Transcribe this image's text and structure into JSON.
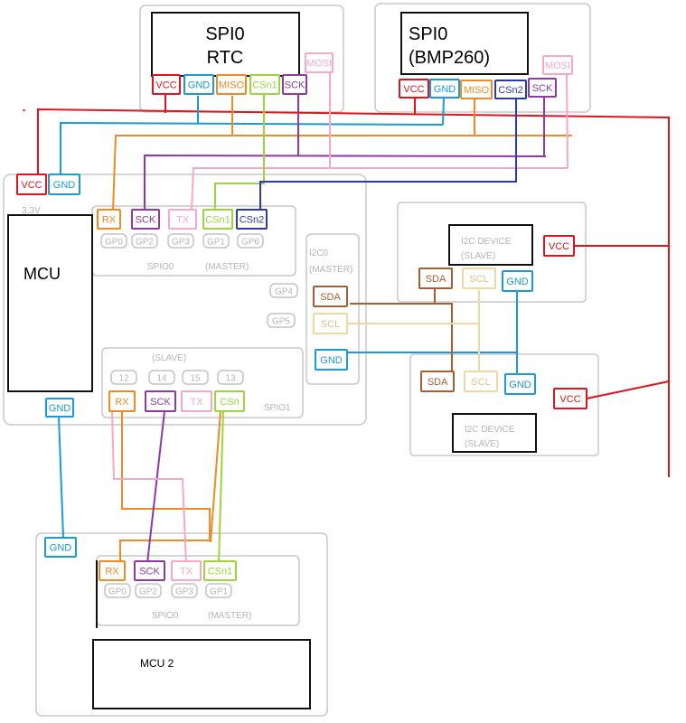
{
  "title": "",
  "colors": {
    "panel_border": "#c8c8c8",
    "vcc": "#e0141e",
    "gnd": "#1b9ad6",
    "miso": "#f08a24",
    "mosi": "#f7a8c8",
    "sck": "#8e3aa3",
    "csn1": "#9cd63c",
    "csn2": "#2b3aa8",
    "sda": "#a85e35",
    "scl": "#ecd9a4",
    "muted": "#b7b7b7"
  },
  "rtc": {
    "title_line1": "SPI0",
    "title_line2": "RTC",
    "pins": [
      "VCC",
      "GND",
      "MISO",
      "CSn1",
      "SCK",
      "MOSI"
    ]
  },
  "bmp": {
    "title_line1": "SPI0",
    "title_line2": "(BMP260)",
    "pins": [
      "VCC",
      "GND",
      "MISO",
      "CSn2",
      "SCK",
      "MOSI"
    ]
  },
  "mcu": {
    "label": "MCU",
    "power": {
      "vcc": "VCC",
      "gnd": "GND",
      "voltage": "3,3V"
    },
    "spio0": {
      "pins": [
        "RX",
        "SCK",
        "TX",
        "CSn1",
        "CSn2"
      ],
      "gpios": [
        "GP0",
        "GP2",
        "GP3",
        "GP1",
        "GP6"
      ],
      "name": "SPIO0",
      "mode": "(MASTER)"
    },
    "i2c0": {
      "name": "I2C0",
      "mode": "(MASTER)",
      "gpios": [
        "GP4",
        "GP5"
      ],
      "pins": [
        "SDA",
        "SCL",
        "GND"
      ]
    },
    "spio1": {
      "mode": "(SLAVE)",
      "name": "SPIO1",
      "numbers": [
        "12",
        "14",
        "15",
        "13"
      ],
      "pins": [
        "RX",
        "SCK",
        "TX",
        "CSn"
      ]
    },
    "bottom_gnd": "GND"
  },
  "i2c_dev1": {
    "title": "I2C DEVICE",
    "mode": "(SLAVE)",
    "vcc": "VCC",
    "pins": [
      "SDA",
      "SCL",
      "GND"
    ]
  },
  "i2c_dev2": {
    "title": "I2C DEVICE",
    "mode": "(SLAVE)",
    "vcc": "VCC",
    "pins": [
      "SDA",
      "SCL",
      "GND"
    ]
  },
  "mcu2": {
    "label": "MCU 2",
    "gnd": "GND",
    "spio0": {
      "pins": [
        "RX",
        "SCK",
        "TX",
        "CSn1"
      ],
      "gpios": [
        "GP0",
        "GP2",
        "GP3",
        "GP1"
      ],
      "name": "SPIO0",
      "mode": "(MASTER)"
    }
  }
}
